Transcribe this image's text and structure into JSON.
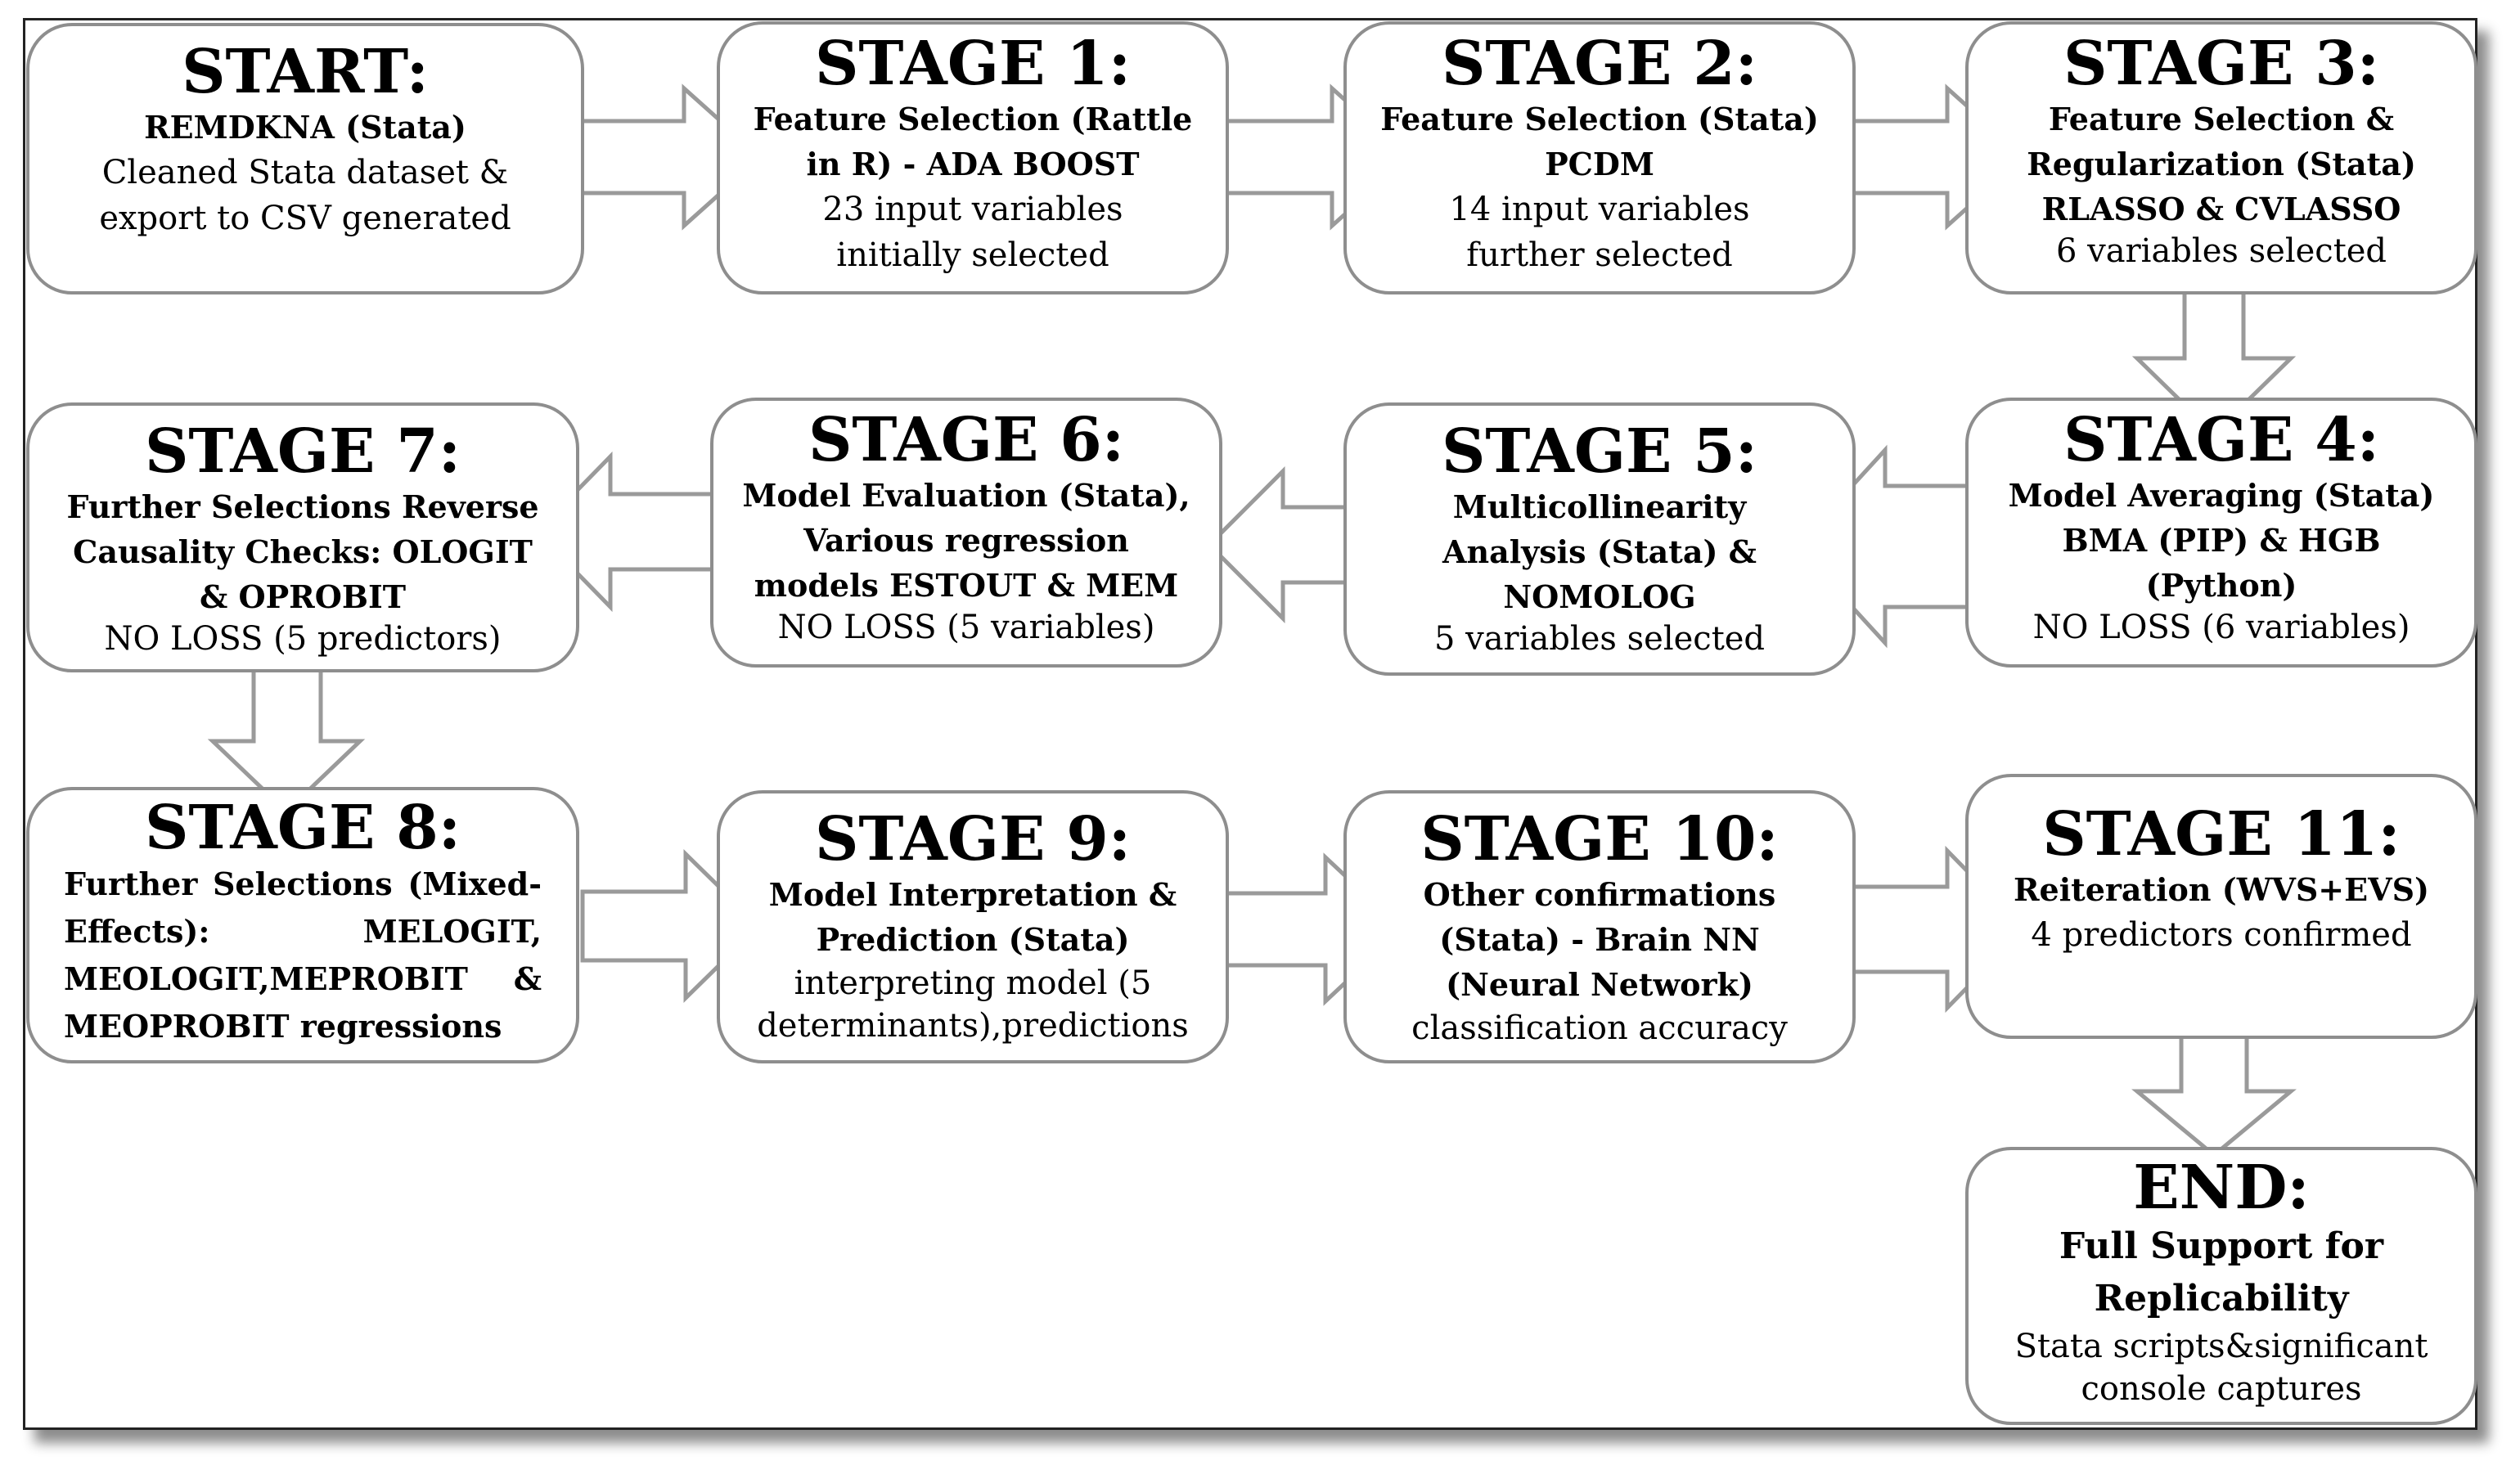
{
  "stages": {
    "start": {
      "title": "START:",
      "bold": "REMDKNA (Stata)",
      "plain": "Cleaned Stata dataset &\nexport to CSV generated"
    },
    "s1": {
      "title": "STAGE 1:",
      "bold": "Feature Selection (Rattle\nin R) - ADA BOOST",
      "plain": "23 input variables\ninitially selected"
    },
    "s2": {
      "title": "STAGE 2:",
      "bold": "Feature Selection (Stata)\nPCDM",
      "plain": "14 input variables\nfurther selected"
    },
    "s3": {
      "title": "STAGE 3:",
      "bold": "Feature Selection &\nRegularization (Stata)\nRLASSO & CVLASSO",
      "plain": "6 variables selected"
    },
    "s4": {
      "title": "STAGE 4:",
      "bold": "Model Averaging (Stata)\nBMA (PIP) & HGB\n(Python)",
      "plain": "NO LOSS (6 variables)"
    },
    "s5": {
      "title": "STAGE 5:",
      "bold": "Multicollinearity\nAnalysis (Stata) &\nNOMOLOG",
      "plain": "5 variables selected"
    },
    "s6": {
      "title": "STAGE 6:",
      "bold": "Model Evaluation (Stata),\nVarious regression\nmodels ESTOUT & MEM",
      "plain": "NO LOSS (5 variables)"
    },
    "s7": {
      "title": "STAGE 7:",
      "bold": "Further Selections Reverse\nCausality Checks: OLOGIT\n& OPROBIT",
      "plain": "NO LOSS (5 predictors)"
    },
    "s8": {
      "title": "STAGE 8:",
      "bold": "Further Selections (Mixed-Effects): MELOGIT, MEOLOGIT,MEPROBIT & MEOPROBIT regressions",
      "plain": ""
    },
    "s9": {
      "title": "STAGE 9:",
      "bold": "Model Interpretation &\nPrediction (Stata)",
      "plain": "interpreting model (5\ndeterminants),predictions"
    },
    "s10": {
      "title": "STAGE 10:",
      "bold": "Other confirmations\n(Stata) - Brain NN\n(Neural Network)",
      "plain": "classification accuracy"
    },
    "s11": {
      "title": "STAGE 11:",
      "bold": "Reiteration (WVS+EVS)",
      "plain": "4 predictors confirmed"
    },
    "end": {
      "title": "END:",
      "bold": "Full Support for\nReplicability",
      "plain": "Stata scripts&significant\nconsole captures"
    }
  }
}
